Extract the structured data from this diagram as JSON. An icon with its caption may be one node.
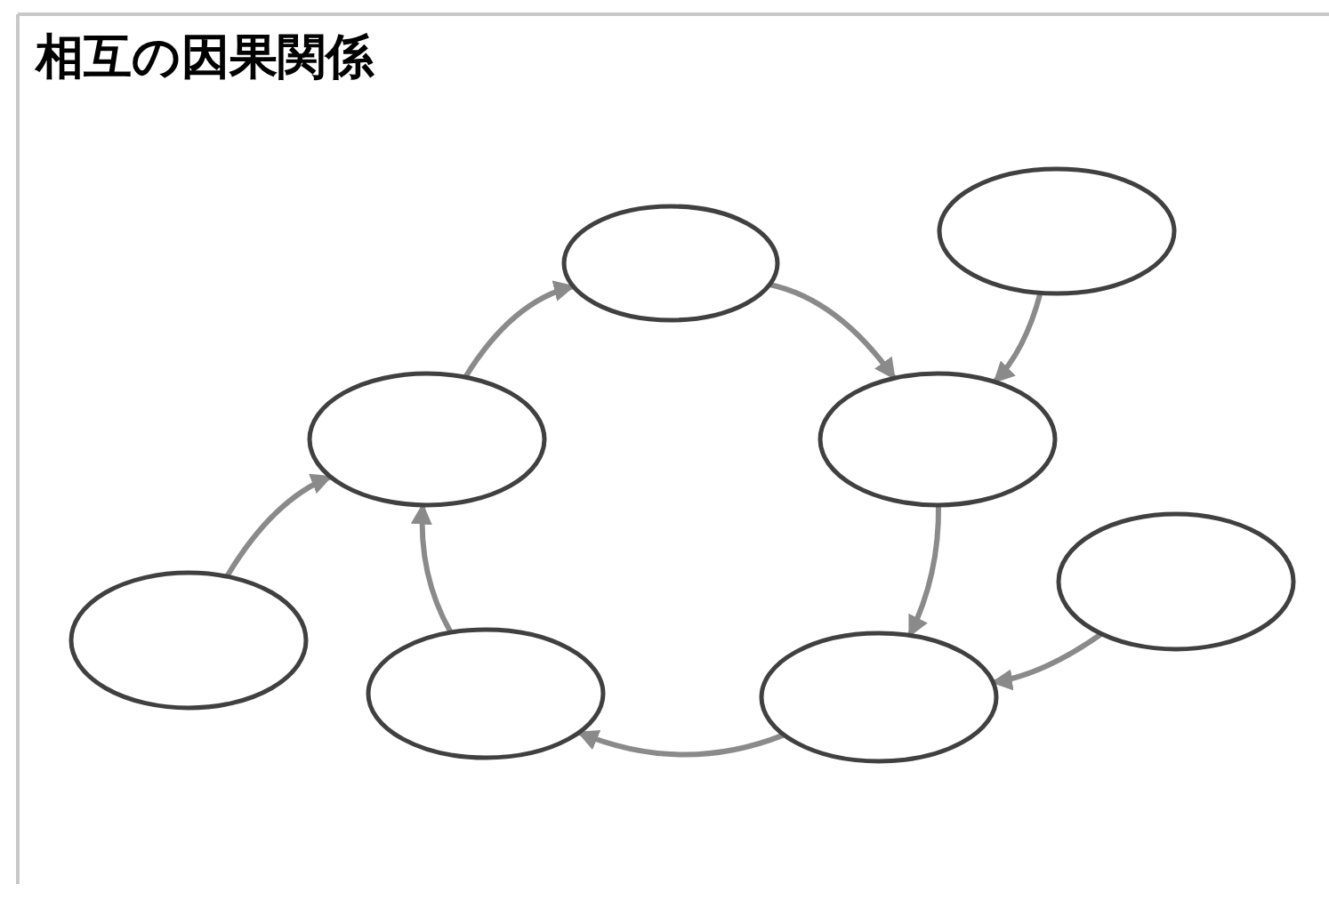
{
  "diagram": {
    "title": "相互の因果関係",
    "nodes": [
      {
        "text": [],
        "shape": "ellipse"
      },
      {
        "text": [],
        "shape": "ellipse"
      },
      {
        "text": [],
        "shape": "ellipse"
      },
      {
        "text": [],
        "shape": "ellipse"
      },
      {
        "text": [],
        "shape": "ellipse"
      },
      {
        "text": [],
        "shape": "ellipse"
      },
      {
        "text": [],
        "shape": "ellipse"
      },
      {
        "text": [],
        "shape": "ellipse"
      }
    ],
    "edges": [
      {
        "from": 2,
        "to": 0,
        "arrow": "to"
      },
      {
        "from": 0,
        "to": 3,
        "arrow": "to"
      },
      {
        "from": 1,
        "to": 3,
        "arrow": "to"
      },
      {
        "from": 3,
        "to": 7,
        "arrow": "to"
      },
      {
        "from": 4,
        "to": 7,
        "arrow": "to"
      },
      {
        "from": 7,
        "to": 6,
        "arrow": "to"
      },
      {
        "from": 6,
        "to": 2,
        "arrow": "to"
      },
      {
        "from": 5,
        "to": 2,
        "arrow": "to"
      }
    ]
  }
}
